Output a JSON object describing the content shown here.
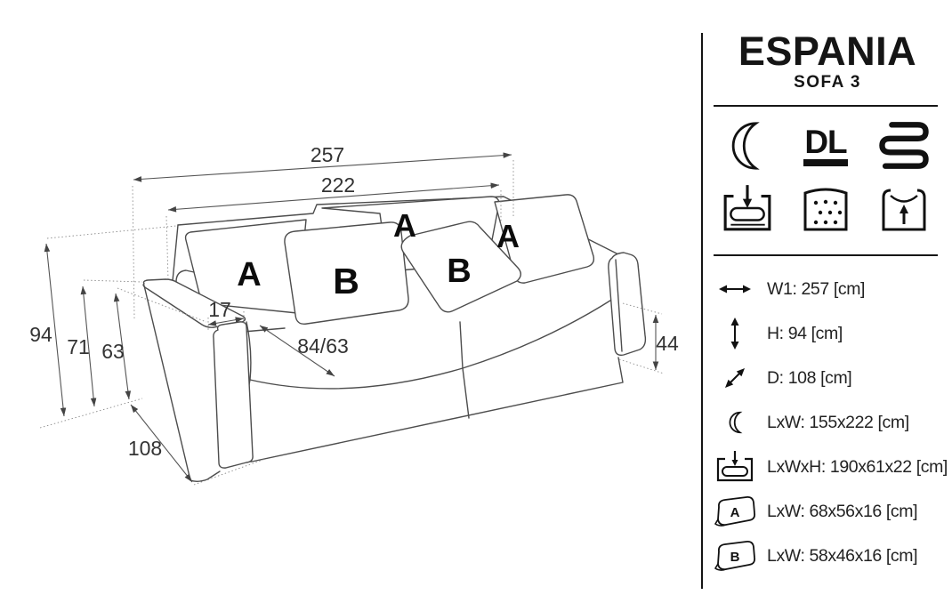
{
  "product": {
    "title": "ESPANIA",
    "subtitle": "SOFA 3"
  },
  "diagram": {
    "dims": {
      "width_total": "257",
      "width_inner": "222",
      "height_total": "94",
      "height_arm": "71",
      "height_back": "63",
      "arm_width": "17",
      "seat_depth": "84/63",
      "seat_height": "44",
      "depth": "108"
    },
    "cushion_labels": {
      "a": "A",
      "b": "B"
    }
  },
  "features": {
    "dl_label": "DL",
    "icons": [
      "moon-icon",
      "dl-icon",
      "spring-serpentine-icon",
      "bedding-storage-icon",
      "mattress-springs-icon",
      "seat-lift-icon"
    ]
  },
  "specs": [
    {
      "icon": "width-arrow-icon",
      "label": "W1: 257 [cm]"
    },
    {
      "icon": "height-arrow-icon",
      "label": "H: 94 [cm]"
    },
    {
      "icon": "depth-arrow-icon",
      "label": "D: 108 [cm]"
    },
    {
      "icon": "moon-icon",
      "label": "LxW: 155x222 [cm]"
    },
    {
      "icon": "bedding-storage-icon",
      "label": "LxWxH: 190x61x22 [cm]"
    },
    {
      "icon": "pillow-a-icon",
      "label": "LxW: 68x56x16 [cm]",
      "letter": "A"
    },
    {
      "icon": "pillow-b-icon",
      "label": "LxW: 58x46x16 [cm]",
      "letter": "B"
    }
  ],
  "colors": {
    "line": "#4d4d4d",
    "dim_line": "#555555",
    "text": "#222222",
    "ink": "#111111"
  }
}
